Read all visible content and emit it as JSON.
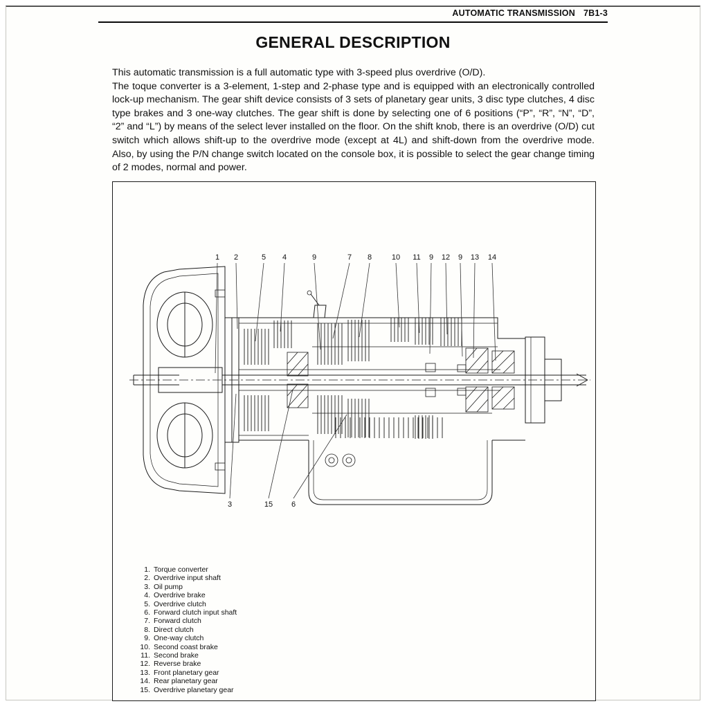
{
  "page": {
    "header": {
      "section": "AUTOMATIC TRANSMISSION",
      "code": "7B1-3"
    },
    "title": "GENERAL DESCRIPTION",
    "para1": "This automatic transmission is a full automatic type with 3-speed plus overdrive (O/D).",
    "para2": "The toque converter is a 3-element, 1-step and 2-phase type and is equipped with an electronically controlled lock-up mechanism. The gear shift device consists of 3 sets of planetary gear units, 3 disc type clutches, 4 disc type brakes and 3 one-way clutches. The gear shift is done by selecting one of 6 positions (“P”, “R”, “N”, “D”, “2” and “L”) by means of the select lever installed on the floor. On the shift knob, there is an overdrive (O/D) cut switch which allows shift-up to the overdrive mode (except at 4L) and shift-down from the overdrive mode. Also, by using the P/N change switch located on the console box, it is possible to select the gear change timing of 2 modes, normal and power."
  },
  "figure": {
    "top_callouts": [
      "1",
      "2",
      "5",
      "4",
      "9",
      "7",
      "8",
      "10",
      "11",
      "9",
      "12",
      "9",
      "13",
      "14"
    ],
    "bottom_callouts": [
      "3",
      "15",
      "6"
    ],
    "legend": [
      {
        "num": "1.",
        "label": "Torque converter"
      },
      {
        "num": "2.",
        "label": "Overdrive input shaft"
      },
      {
        "num": "3.",
        "label": "Oil pump"
      },
      {
        "num": "4.",
        "label": "Overdrive brake"
      },
      {
        "num": "5.",
        "label": "Overdrive clutch"
      },
      {
        "num": "6.",
        "label": "Forward clutch input shaft"
      },
      {
        "num": "7.",
        "label": "Forward clutch"
      },
      {
        "num": "8.",
        "label": "Direct clutch"
      },
      {
        "num": "9.",
        "label": "One-way clutch"
      },
      {
        "num": "10.",
        "label": "Second coast brake"
      },
      {
        "num": "11.",
        "label": "Second brake"
      },
      {
        "num": "12.",
        "label": "Reverse brake"
      },
      {
        "num": "13.",
        "label": "Front planetary gear"
      },
      {
        "num": "14.",
        "label": "Rear planetary gear"
      },
      {
        "num": "15.",
        "label": "Overdrive planetary gear"
      }
    ]
  }
}
